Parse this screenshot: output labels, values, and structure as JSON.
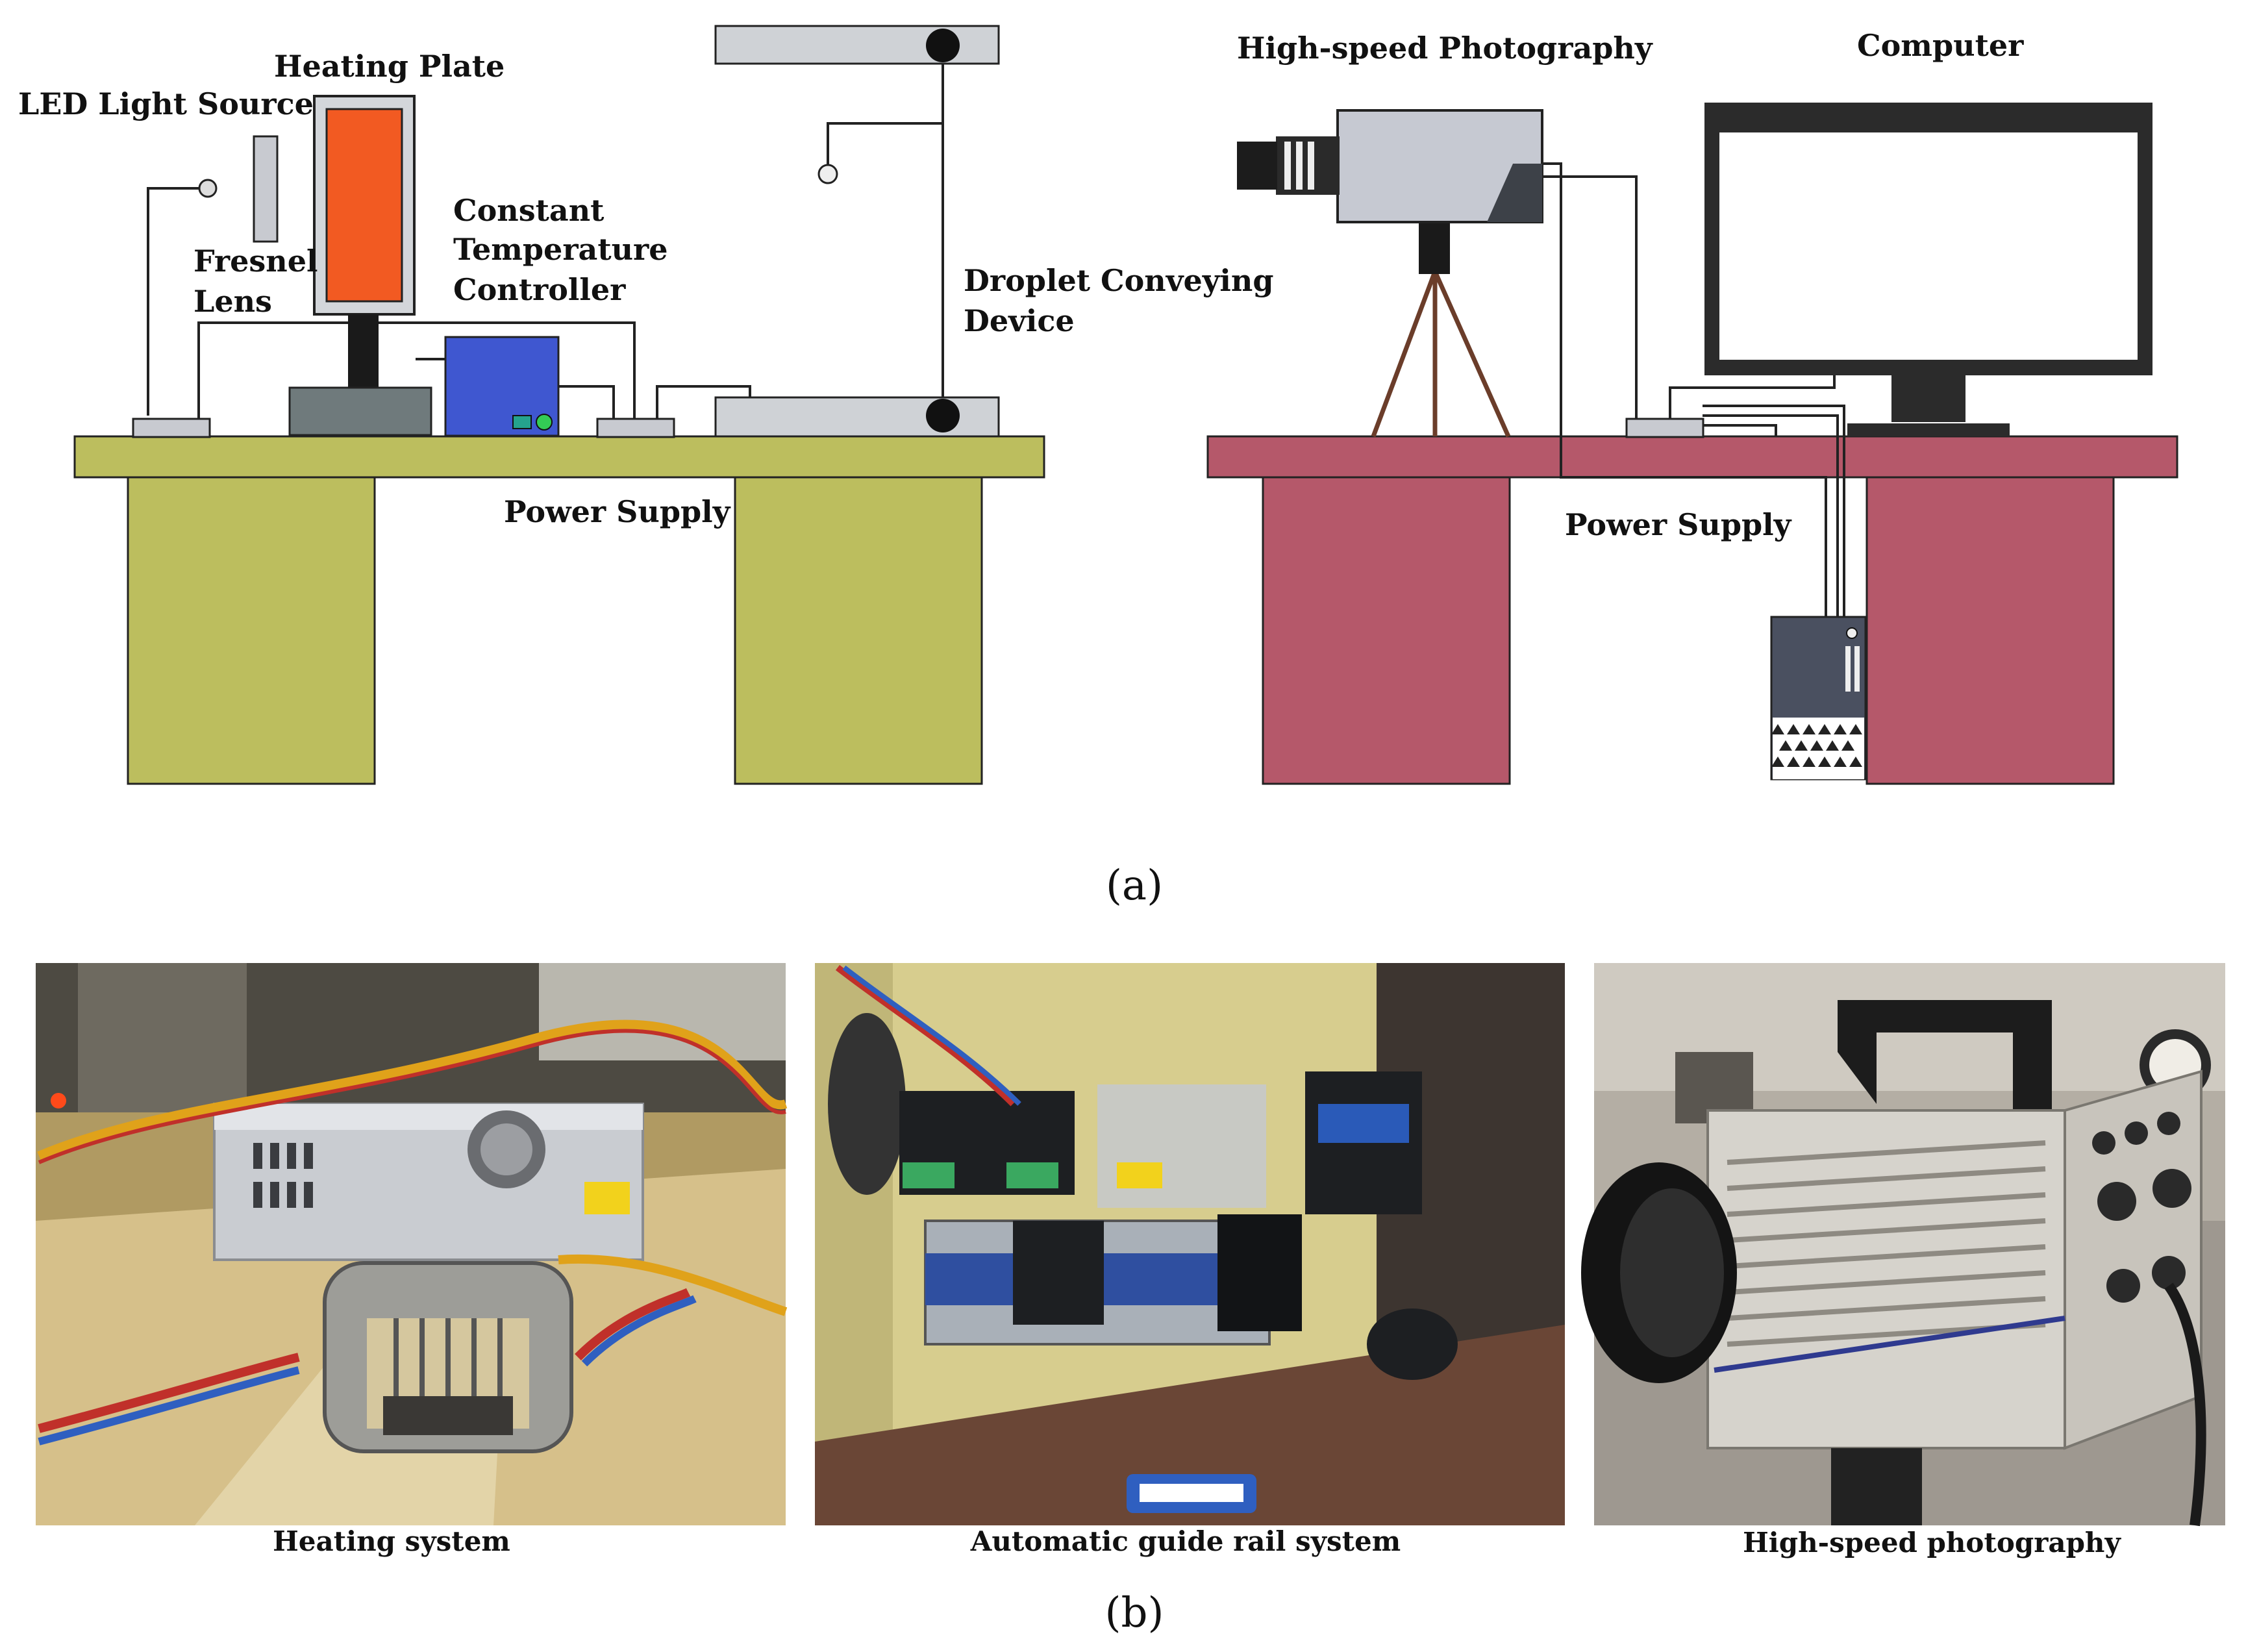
{
  "figure": {
    "panel_a_label": "(a)",
    "panel_b_label": "(b)"
  },
  "schematic": {
    "heating_plate": "Heating Plate",
    "led_light_source": "LED Light Source",
    "fresnel_lens_line1": "Fresnel",
    "fresnel_lens_line2": "Lens",
    "controller_line1": "Constant",
    "controller_line2": "Temperature",
    "controller_line3": "Controller",
    "droplet_line1": "Droplet Conveying",
    "droplet_line2": "Device",
    "power_supply_left": "Power Supply",
    "high_speed_photography": "High-speed Photography",
    "computer": "Computer",
    "power_supply_right": "Power Supply"
  },
  "photos": [
    {
      "caption": "Heating system",
      "icon": "heating-system-photo"
    },
    {
      "caption": "Automatic guide rail system",
      "icon": "guide-rail-photo"
    },
    {
      "caption": "High-speed photography",
      "icon": "camera-photo"
    }
  ],
  "colors": {
    "left_table": "#bcbe5e",
    "right_table": "#b5586a",
    "heating_plate": "#f25a22",
    "controller_box": "#3f57d0",
    "grey_component": "#c8cad0"
  }
}
